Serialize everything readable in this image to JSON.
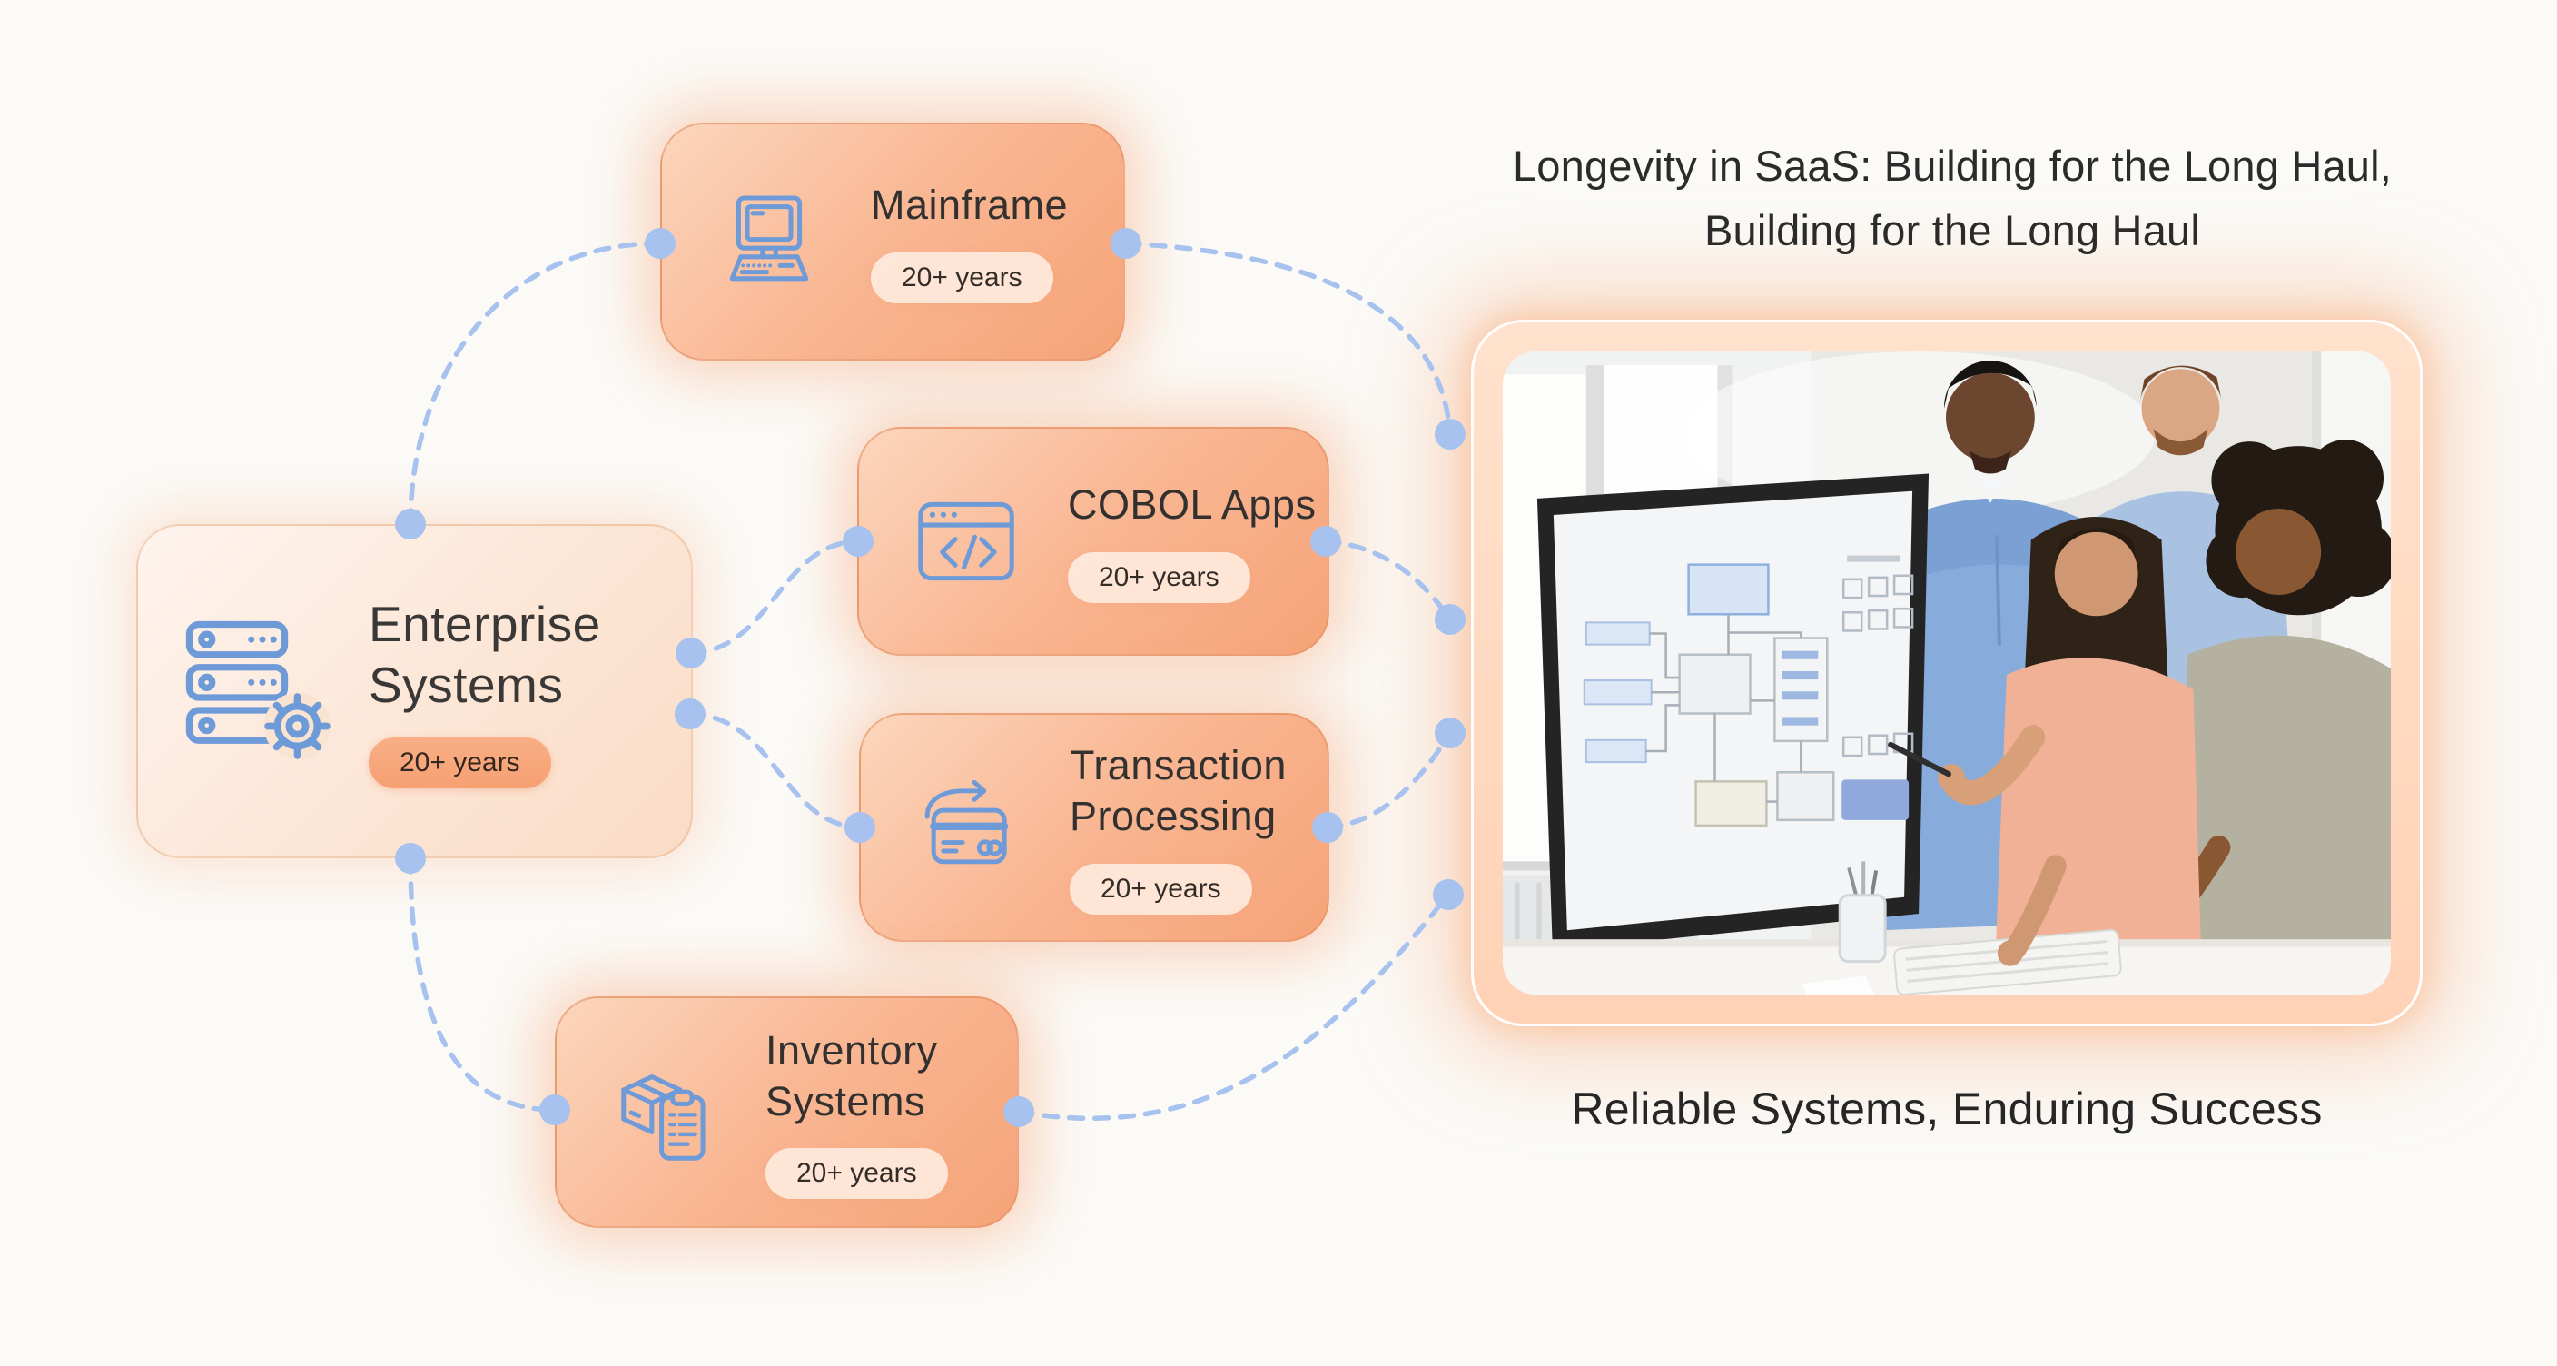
{
  "title": {
    "line1": "Longevity in SaaS: Building for the Long Haul,",
    "line2": "Building for the Long Haul"
  },
  "caption": "Reliable Systems, Enduring Success",
  "hub": {
    "label": "Enterprise Systems",
    "badge": "20+ years",
    "icon": "server-stack-gear-icon"
  },
  "nodes": [
    {
      "id": "mainframe",
      "label": "Mainframe",
      "badge": "20+ years",
      "icon": "desktop-computer-icon"
    },
    {
      "id": "cobol-apps",
      "label": "COBOL Apps",
      "badge": "20+ years",
      "icon": "code-window-icon"
    },
    {
      "id": "transaction-processing",
      "label": "Transaction Processing",
      "badge": "20+ years",
      "icon": "credit-card-transfer-icon"
    },
    {
      "id": "inventory-systems",
      "label": "Inventory Systems",
      "badge": "20+ years",
      "icon": "package-clipboard-icon"
    }
  ],
  "photo": {
    "alt": "Four colleagues smiling and pointing at a flowchart on a desktop monitor in a bright office"
  },
  "colors": {
    "connector_blue": "#a7c2ee",
    "icon_blue": "#6f9ad8",
    "node_gradient_start": "#fcd6bd",
    "node_gradient_end": "#f6a378",
    "hub_gradient_start": "#fef4ee",
    "hub_gradient_end": "#fadcc6",
    "badge_light_bg": "#ffeee2",
    "badge_accent_bg": "#f7a77c",
    "text_dark": "#2b2b2b",
    "glow_orange": "#f9b088"
  }
}
